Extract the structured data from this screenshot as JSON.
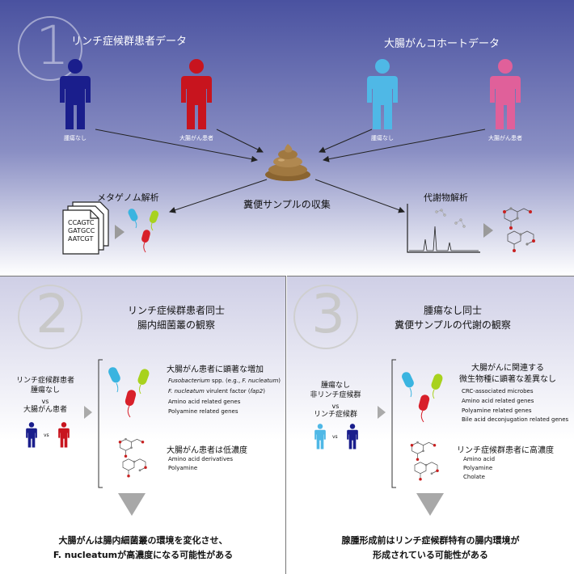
{
  "panel1": {
    "number": "1",
    "title_left": "リンチ症候群患者データ",
    "title_right": "大腸がんコホートデータ",
    "people": [
      {
        "label": "腫瘍なし",
        "color": "#1a1e8c"
      },
      {
        "label": "大腸がん患者",
        "color": "#c8141e"
      },
      {
        "label": "腫瘍なし",
        "color": "#4fb8e6"
      },
      {
        "label": "大腸がん患者",
        "color": "#e0609a"
      }
    ],
    "center_label": "糞便サンプルの収集",
    "left_label": "メタゲノム解析",
    "right_label": "代謝物解析",
    "dna_lines": [
      "CCAGTC",
      "GATGCC",
      "AATCGT"
    ]
  },
  "panel2": {
    "number": "2",
    "title_line1": "リンチ症候群患者同士",
    "title_line2": "腸内細菌叢の観察",
    "left_line1": "リンチ症候群患者",
    "left_line2": "腫瘍なし",
    "left_vs": "vs",
    "left_line3": "大腸がん患者",
    "pair_vs": "vs",
    "microbe_heading": "大腸がん患者に顕著な増加",
    "microbe_items": [
      {
        "pre": "",
        "it": "Fusobacterium",
        "mid": " spp. (e.g., ",
        "it2": "F. nucleatum",
        "post": ")"
      },
      {
        "pre": "",
        "it": "F. nucleatum",
        "mid": " virulent factor (",
        "it2": "fap2",
        "post": ")"
      },
      {
        "pre": "Amino acid related genes",
        "it": "",
        "mid": "",
        "it2": "",
        "post": ""
      },
      {
        "pre": "Polyamine related genes",
        "it": "",
        "mid": "",
        "it2": "",
        "post": ""
      }
    ],
    "metab_heading": "大腸がん患者は低濃度",
    "metab_items": [
      "Amino acid derivatives",
      "Polyamine"
    ],
    "conclusion_line1": "大腸がんは腸内細菌叢の環境を変化させ、",
    "conclusion_line2": "F. nucleatumが高濃度になる可能性がある"
  },
  "panel3": {
    "number": "3",
    "title_line1": "腫瘍なし同士",
    "title_line2": "糞便サンプルの代謝の観察",
    "left_line1": "腫瘍なし",
    "left_line2": "非リンチ症候群",
    "left_vs": "vs",
    "left_line3": "リンチ症候群",
    "pair_vs": "vs",
    "microbe_heading_1": "大腸がんに関連する",
    "microbe_heading_2": "微生物種に顕著な差異なし",
    "microbe_items": [
      "CRC-associated microbes",
      "Amino acid related genes",
      "Polyamine related genes",
      "Bile acid deconjugation related genes"
    ],
    "metab_heading": "リンチ症候群患者に高濃度",
    "metab_items": [
      "Amino acid",
      "Polyamine",
      "Cholate"
    ],
    "conclusion_line1": "腺腫形成前はリンチ症候群特有の腸内環境が",
    "conclusion_line2": "形成されている可能性がある"
  },
  "colors": {
    "bug_cyan": "#3ab4e0",
    "bug_lime": "#a8d21e",
    "bug_red": "#d8202a",
    "poop": "#a07840",
    "arrow_gray": "#9a9a9a"
  }
}
